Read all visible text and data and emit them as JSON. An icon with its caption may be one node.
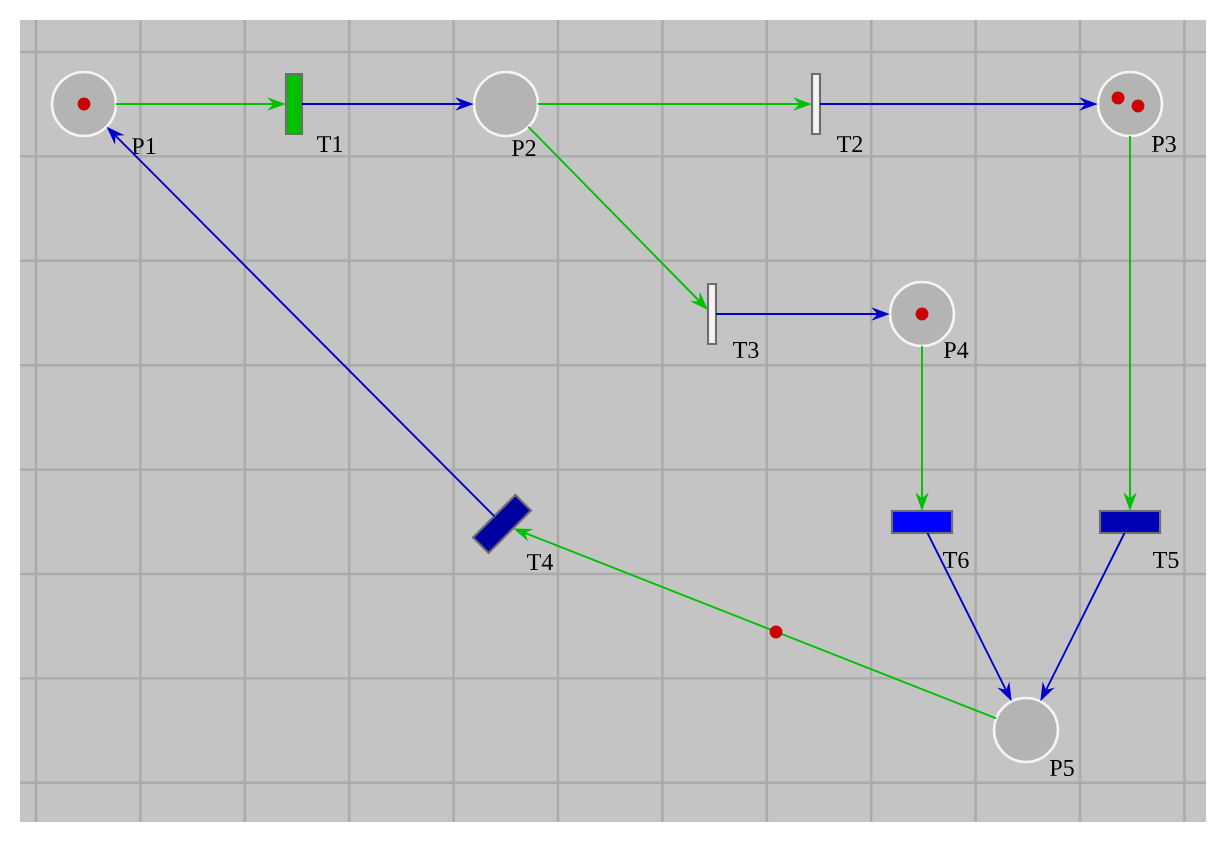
{
  "diagram": {
    "nodes": [
      {
        "text": [],
        "shape": "circle",
        "beside": [
          "P1"
        ]
      },
      {
        "text": [],
        "shape": "bar",
        "beside": [
          "T1"
        ]
      },
      {
        "text": [],
        "shape": "circle",
        "beside": [
          "P2"
        ]
      },
      {
        "text": [],
        "shape": "bar",
        "beside": [
          "T2"
        ]
      },
      {
        "text": [],
        "shape": "circle",
        "beside": [
          "P3"
        ]
      },
      {
        "text": [],
        "shape": "bar",
        "beside": [
          "T3"
        ]
      },
      {
        "text": [],
        "shape": "circle",
        "beside": [
          "P4"
        ]
      },
      {
        "text": [],
        "shape": "bar",
        "beside": [
          "T4"
        ]
      },
      {
        "text": [],
        "shape": "bar",
        "beside": [
          "T6"
        ]
      },
      {
        "text": [],
        "shape": "bar",
        "beside": [
          "T5"
        ]
      },
      {
        "text": [],
        "shape": "circle",
        "beside": [
          "P5"
        ]
      }
    ],
    "edges": [
      {
        "from": 0,
        "to": 1,
        "arrow": "to",
        "color": "#00c000"
      },
      {
        "from": 1,
        "to": 2,
        "arrow": "to",
        "color": "#0000c8"
      },
      {
        "from": 2,
        "to": 3,
        "arrow": "to",
        "color": "#00c000"
      },
      {
        "from": 3,
        "to": 4,
        "arrow": "to",
        "color": "#0000c8"
      },
      {
        "from": 2,
        "to": 5,
        "arrow": "to",
        "color": "#00c000"
      },
      {
        "from": 5,
        "to": 6,
        "arrow": "to",
        "color": "#0000c8"
      },
      {
        "from": 4,
        "to": 9,
        "arrow": "to",
        "color": "#00c000"
      },
      {
        "from": 6,
        "to": 8,
        "arrow": "to",
        "color": "#00c000"
      },
      {
        "from": 8,
        "to": 10,
        "arrow": "to",
        "color": "#0000c8"
      },
      {
        "from": 9,
        "to": 10,
        "arrow": "to",
        "color": "#0000c8"
      },
      {
        "from": 10,
        "to": 7,
        "arrow": "to",
        "color": "#00c000"
      },
      {
        "from": 7,
        "to": 0,
        "arrow": "to",
        "color": "#0000c8"
      }
    ]
  }
}
